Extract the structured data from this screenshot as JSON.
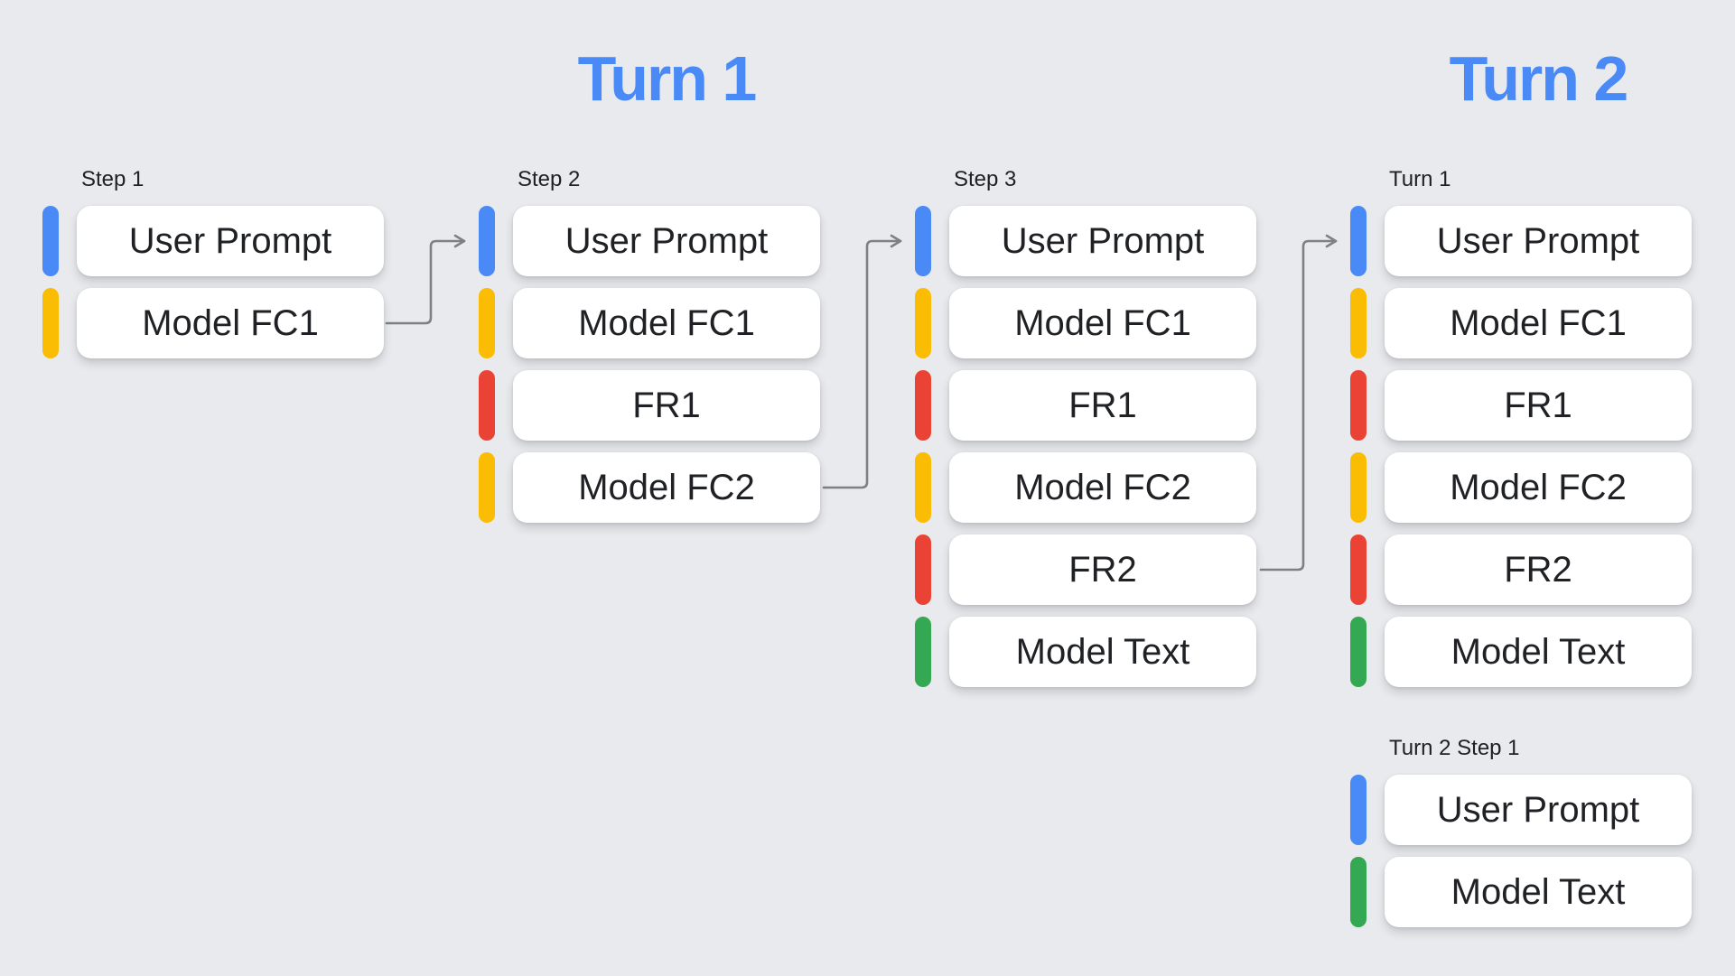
{
  "palette": {
    "background": "#E8EAED",
    "box_background": "#FFFFFF",
    "text": "#202124",
    "heading_blue": "#4A8AF6",
    "bar_blue": "#4A8AF6",
    "bar_yellow": "#FBBC04",
    "bar_red": "#EA4335",
    "bar_green": "#34A853",
    "arrow_gray": "#7D8084"
  },
  "headings": {
    "turn1": "Turn 1",
    "turn2": "Turn 2"
  },
  "columns": [
    {
      "label": "Step 1",
      "items": [
        {
          "label": "User Prompt",
          "color": "blue"
        },
        {
          "label": "Model FC1",
          "color": "yellow"
        }
      ]
    },
    {
      "label": "Step 2",
      "items": [
        {
          "label": "User Prompt",
          "color": "blue"
        },
        {
          "label": "Model FC1",
          "color": "yellow"
        },
        {
          "label": "FR1",
          "color": "red"
        },
        {
          "label": "Model FC2",
          "color": "yellow"
        }
      ]
    },
    {
      "label": "Step 3",
      "items": [
        {
          "label": "User Prompt",
          "color": "blue"
        },
        {
          "label": "Model FC1",
          "color": "yellow"
        },
        {
          "label": "FR1",
          "color": "red"
        },
        {
          "label": "Model FC2",
          "color": "yellow"
        },
        {
          "label": "FR2",
          "color": "red"
        },
        {
          "label": "Model Text",
          "color": "green"
        }
      ]
    },
    {
      "label": "Turn 1",
      "items": [
        {
          "label": "User Prompt",
          "color": "blue"
        },
        {
          "label": "Model FC1",
          "color": "yellow"
        },
        {
          "label": "FR1",
          "color": "red"
        },
        {
          "label": "Model FC2",
          "color": "yellow"
        },
        {
          "label": "FR2",
          "color": "red"
        },
        {
          "label": "Model Text",
          "color": "green"
        }
      ]
    },
    {
      "label": "Turn 2 Step 1",
      "items": [
        {
          "label": "User Prompt",
          "color": "blue"
        },
        {
          "label": "Model Text",
          "color": "green"
        }
      ]
    }
  ]
}
